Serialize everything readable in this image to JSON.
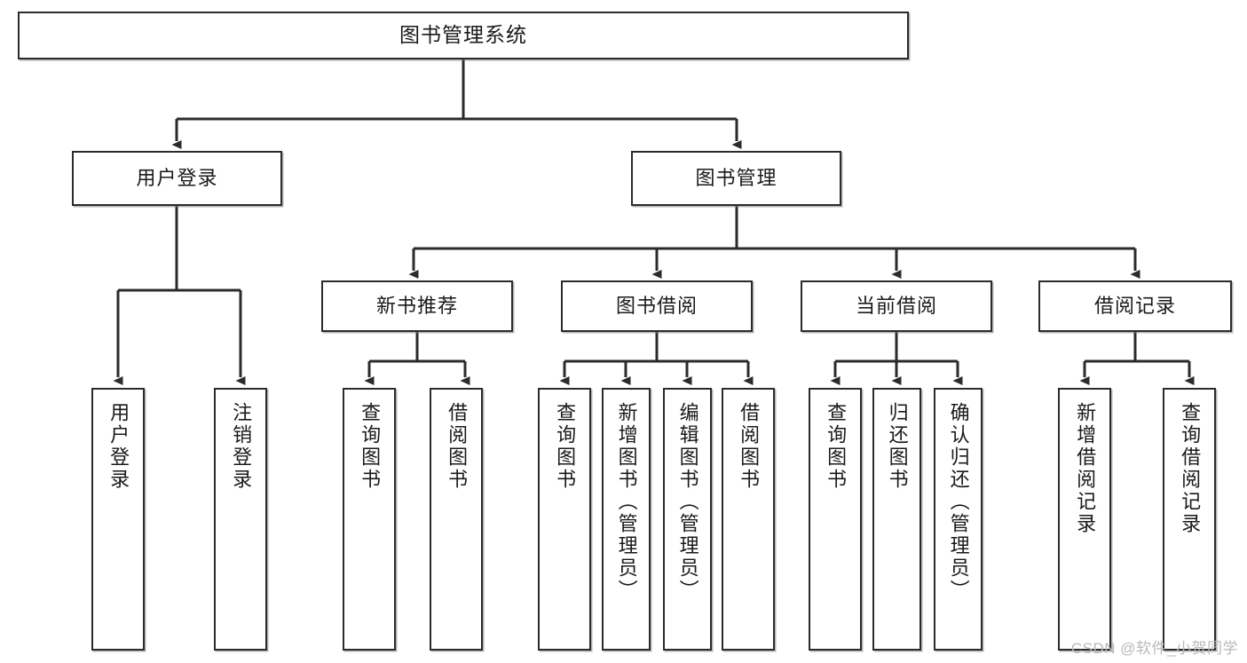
{
  "diagram": {
    "title": "图书管理系统",
    "type": "hierarchy-tree",
    "watermark": "CSDN @软件_小贺同学",
    "colors": {
      "stroke": "#2b2b2b",
      "fill": "#ffffff",
      "text": "#1a1a1a",
      "watermark": "#b9b9b9"
    },
    "levels": {
      "root": {
        "label": "图书管理系统"
      },
      "level1": [
        {
          "label": "用户登录"
        },
        {
          "label": "图书管理"
        }
      ],
      "level2": [
        {
          "label": "新书推荐"
        },
        {
          "label": "图书借阅"
        },
        {
          "label": "当前借阅"
        },
        {
          "label": "借阅记录"
        }
      ],
      "leaves": [
        {
          "label": "用户登录",
          "parent": "用户登录"
        },
        {
          "label": "注销登录",
          "parent": "用户登录"
        },
        {
          "label": "查询图书",
          "parent": "新书推荐"
        },
        {
          "label": "借阅图书",
          "parent": "新书推荐"
        },
        {
          "label": "查询图书",
          "parent": "图书借阅"
        },
        {
          "label": "新增图书（管理员）",
          "parent": "图书借阅"
        },
        {
          "label": "编辑图书（管理员）",
          "parent": "图书借阅"
        },
        {
          "label": "借阅图书",
          "parent": "图书借阅"
        },
        {
          "label": "查询图书",
          "parent": "当前借阅"
        },
        {
          "label": "归还图书",
          "parent": "当前借阅"
        },
        {
          "label": "确认归还（管理员）",
          "parent": "当前借阅"
        },
        {
          "label": "新增借阅记录",
          "parent": "借阅记录"
        },
        {
          "label": "查询借阅记录",
          "parent": "借阅记录"
        }
      ]
    }
  }
}
